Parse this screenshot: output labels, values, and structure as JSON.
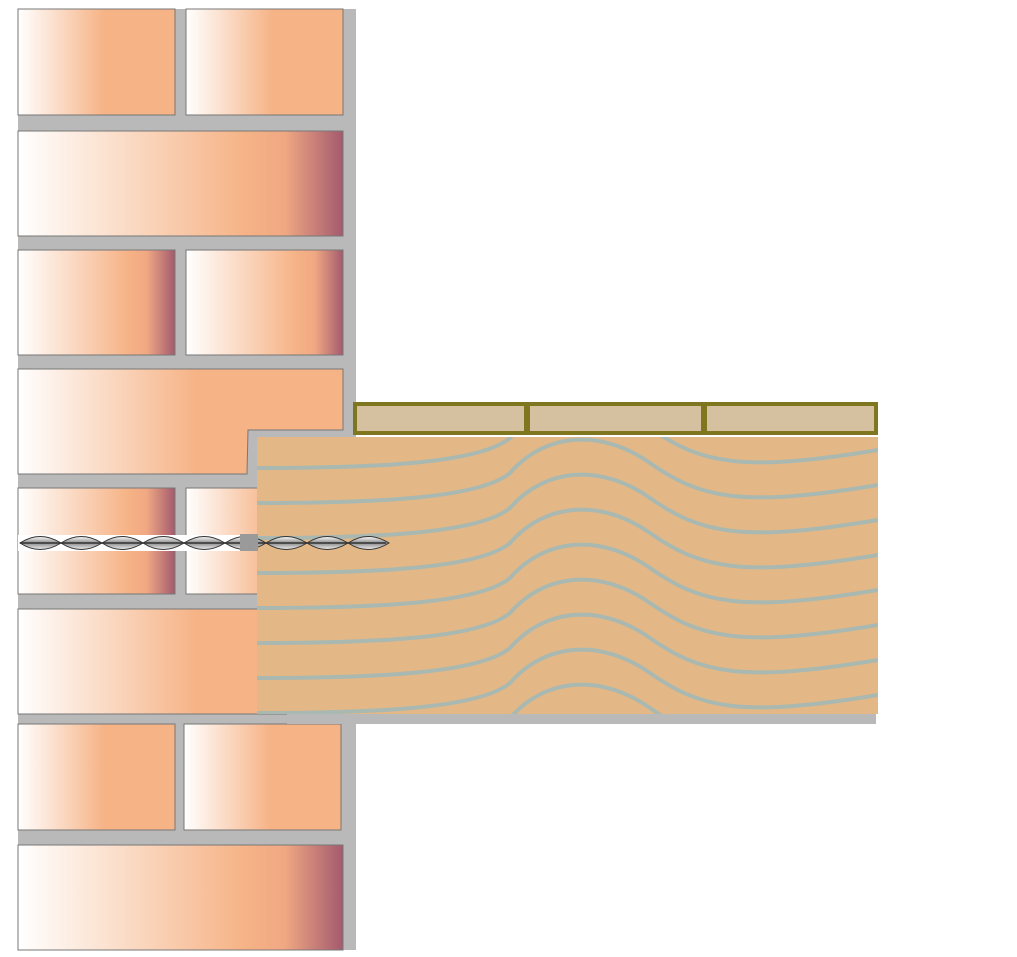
{
  "diagram": {
    "title": "",
    "colors": {
      "mortar": "#b9b9b9",
      "brick_light": "#ffffff",
      "brick_main": "#f6b386",
      "brick_dark": "#a45a6e",
      "beam": "#e3b886",
      "grain": "#a9b8b0",
      "floorboard_fill": "#d5c0a0",
      "floorboard_border": "#7f7620",
      "tie": "#9a9a9a"
    },
    "components": [
      "brick-wall",
      "timber-joist",
      "floorboards",
      "twisted-wall-tie"
    ]
  }
}
